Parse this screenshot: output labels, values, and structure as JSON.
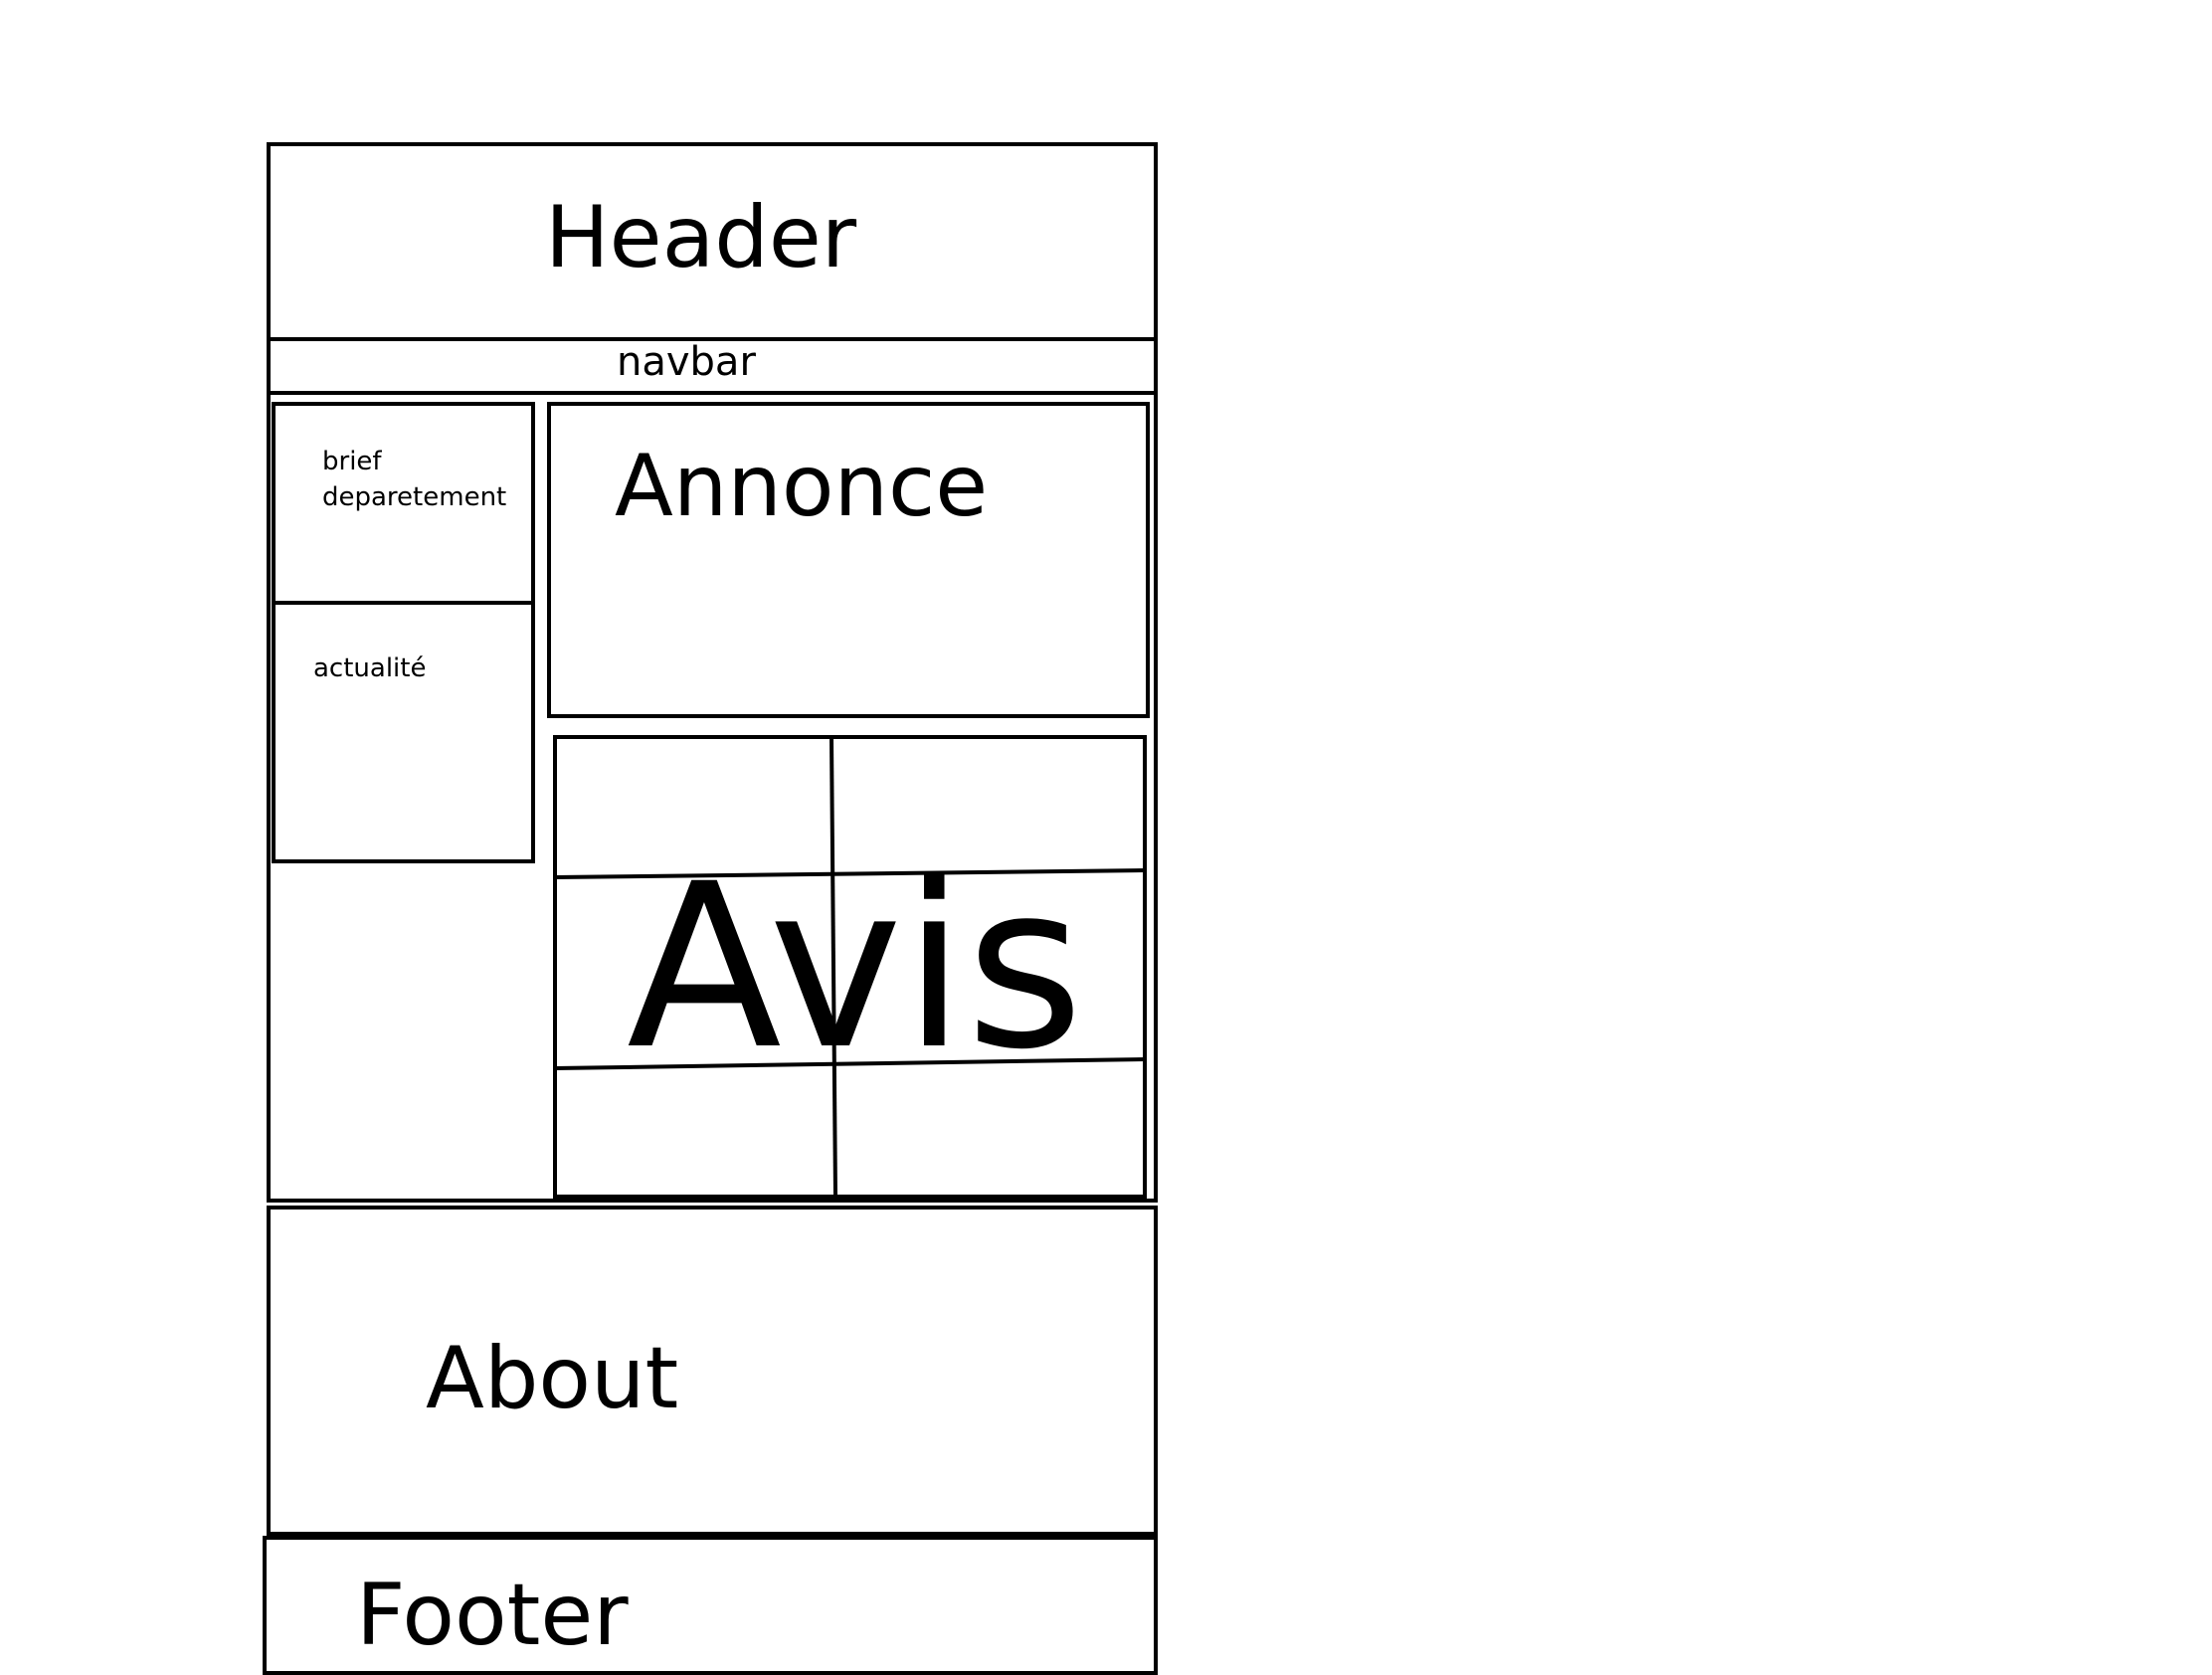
{
  "header": {
    "label": "Header"
  },
  "navbar": {
    "label": "navbar"
  },
  "sidebar": {
    "brief": {
      "label_line1": "brief",
      "label_line2": "deparetement"
    },
    "actualite": {
      "label": "actualité"
    }
  },
  "annonce": {
    "label": "Annonce"
  },
  "avis": {
    "label": "Avis"
  },
  "about": {
    "label": "About"
  },
  "footer": {
    "label": "Footer"
  },
  "colors": {
    "stroke": "#000000",
    "background": "#ffffff"
  }
}
